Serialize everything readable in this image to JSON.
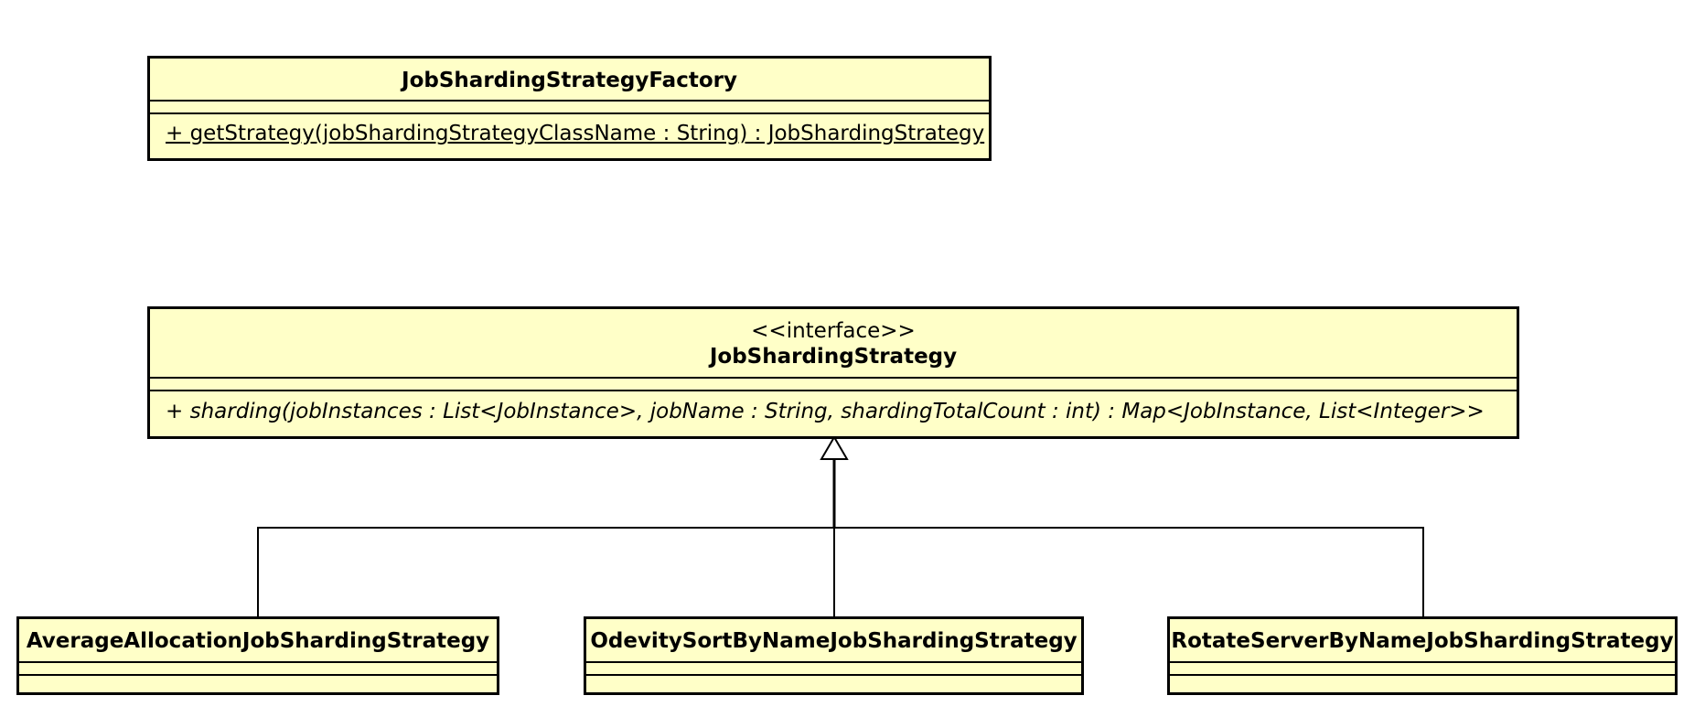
{
  "diagram": {
    "factory": {
      "name": "JobShardingStrategyFactory",
      "operations": [
        "+ getStrategy(jobShardingStrategyClassName : String) : JobShardingStrategy"
      ]
    },
    "interface": {
      "stereotype": "<<interface>>",
      "name": "JobShardingStrategy",
      "operations": [
        "+ sharding(jobInstances : List<JobInstance>, jobName : String, shardingTotalCount : int) : Map<JobInstance, List<Integer>>"
      ]
    },
    "implementations": [
      {
        "name": "AverageAllocationJobShardingStrategy"
      },
      {
        "name": "OdevitySortByNameJobShardingStrategy"
      },
      {
        "name": "RotateServerByNameJobShardingStrategy"
      }
    ],
    "colors": {
      "class_fill": "#ffffc8",
      "border": "#000000",
      "line": "#000000"
    }
  }
}
